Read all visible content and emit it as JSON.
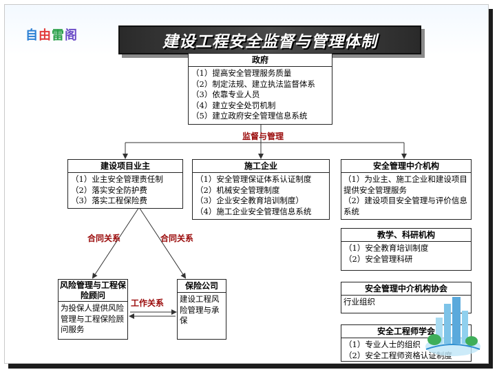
{
  "logo": {
    "c1": "自",
    "c2": "由",
    "c3": "雷",
    "c4": "阁"
  },
  "title": "建设工程安全监督与管理体制",
  "government": {
    "head": "政府",
    "items": [
      "（1）提高安全管理服务质量",
      "（2）制定法规、建立执法监督体系",
      "（3）依靠专业人员",
      "（4）建立安全处罚机制",
      "（5）建立政府安全管理信息系统"
    ]
  },
  "supervise_label": "监督与管理",
  "owner": {
    "head": "建设项目业主",
    "items": [
      "（1）业主安全管理责任制",
      "（2）落实安全防护费",
      "（3）落实工程保险费"
    ]
  },
  "contractor": {
    "head": "施工企业",
    "items": [
      "（1）安全管理保证体系认证制度",
      "（2）机械安全管理制度",
      "（3）企业安全教育培训制度）",
      "（4）施工企业安全管理信息系统"
    ]
  },
  "agency": {
    "head": "安全管理中介机构",
    "items": [
      "（1）为业主、施工企业和建设项目提供安全管理服务",
      "（2）建设项目安全管理与评价信息系统"
    ]
  },
  "research": {
    "head": "教学、科研机构",
    "items": [
      "（1）安全教育培训制度",
      "（2）安全管理科研"
    ]
  },
  "association": {
    "head": "安全管理中介机构协会",
    "body": "行业组织"
  },
  "engineer": {
    "head": "安全工程师学会",
    "items": [
      "（1）专业人士的组织",
      "（2）安全工程师资格认证制度"
    ]
  },
  "risk": {
    "head": "风险管理与工程保险顾问",
    "body": "为投保人提供风险管理与工程保险顾问服务"
  },
  "insurer": {
    "head": "保险公司",
    "body": "建设工程风险管理与承保"
  },
  "contract_label_left": "合同关系",
  "contract_label_right": "合同关系",
  "work_label": "工作关系"
}
